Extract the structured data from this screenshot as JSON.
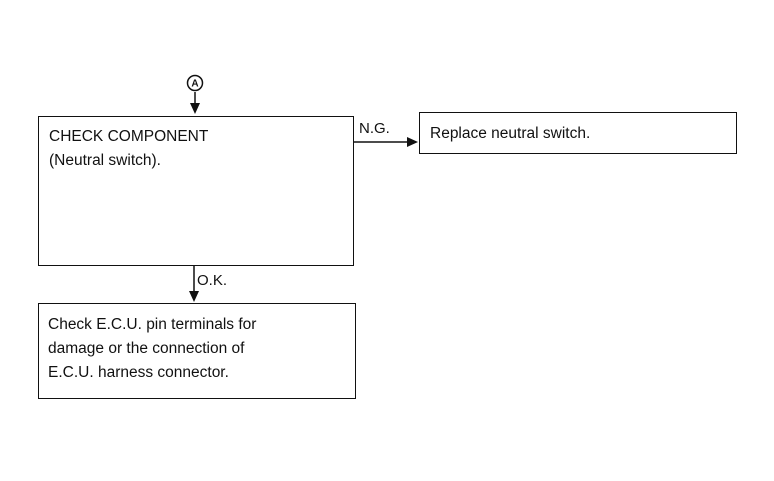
{
  "connector": {
    "label": "A"
  },
  "nodes": {
    "check_component": {
      "lines": [
        "CHECK COMPONENT",
        "(Neutral switch)."
      ]
    },
    "replace": {
      "lines": [
        "Replace neutral switch."
      ]
    },
    "check_ecu": {
      "lines": [
        "Check E.C.U. pin terminals for",
        "damage or the connection of",
        "E.C.U. harness connector."
      ]
    }
  },
  "edges": {
    "ng": {
      "label": "N.G."
    },
    "ok": {
      "label": "O.K."
    }
  }
}
